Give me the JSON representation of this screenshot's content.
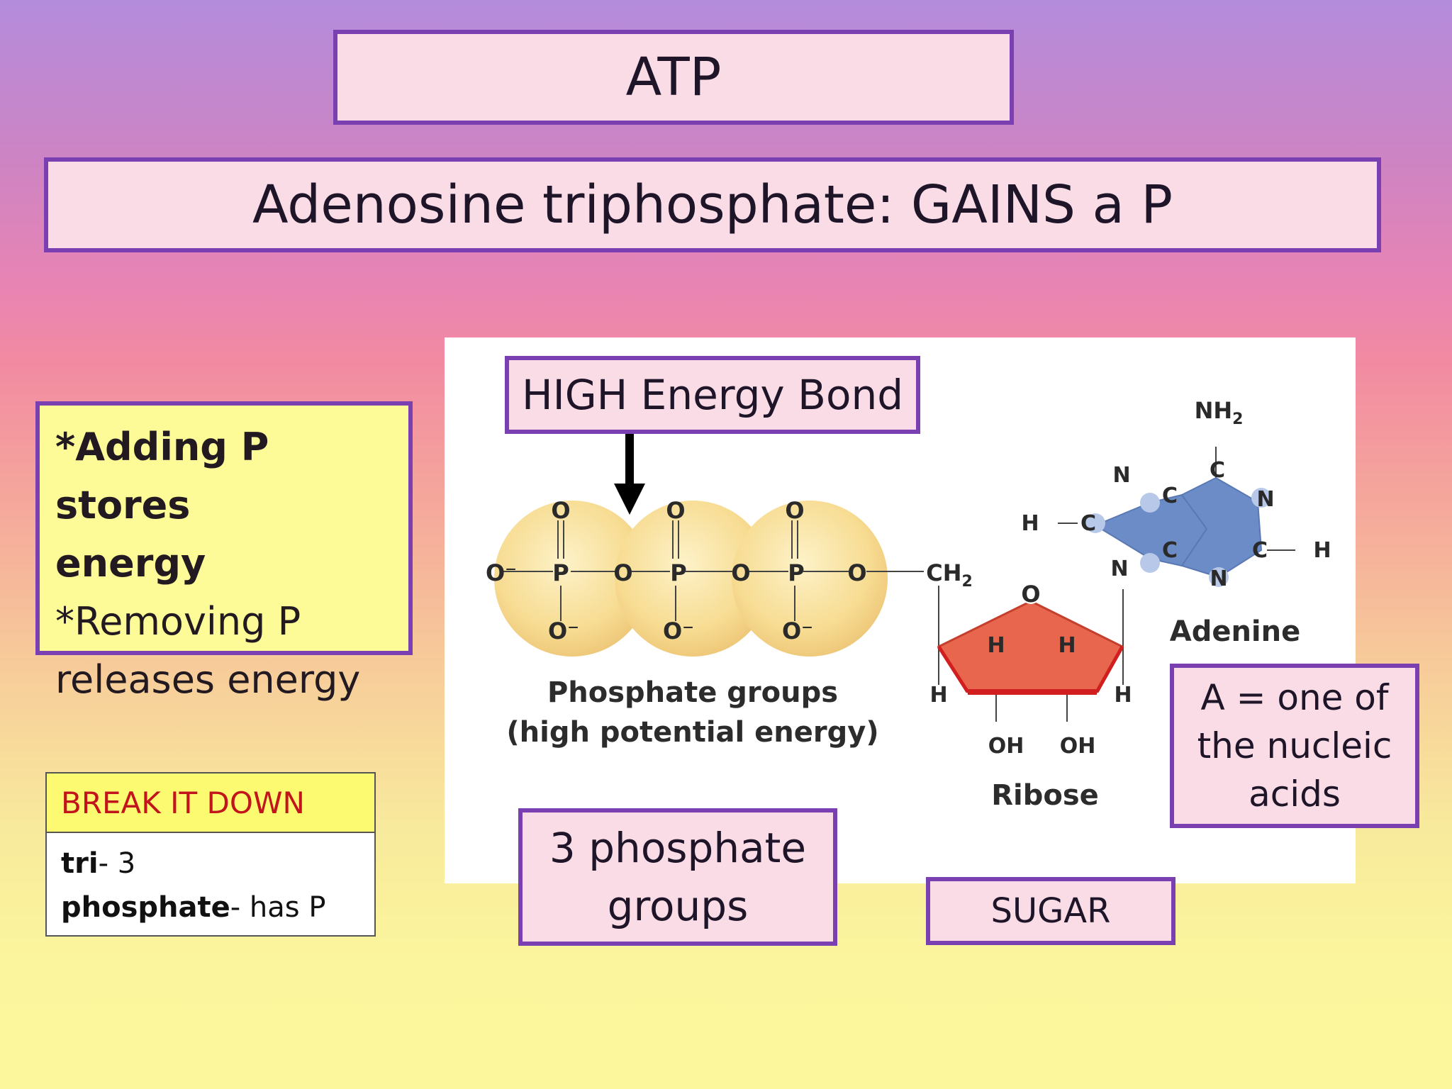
{
  "title": "ATP",
  "subtitle": "Adenosine triphosphate: GAINS a P",
  "notes": {
    "line1": "*Adding P stores",
    "line2": "energy",
    "line3": "*Removing P",
    "line4": "releases energy"
  },
  "breakdown": {
    "header": "BREAK IT DOWN",
    "rows": [
      {
        "term": "tri",
        "def": "- 3"
      },
      {
        "term": "phosphate",
        "def": "- has P"
      }
    ]
  },
  "callouts": {
    "high_energy_bond": "HIGH Energy Bond",
    "phosphate_groups_line1": "3 phosphate",
    "phosphate_groups_line2": "groups",
    "sugar": "SUGAR",
    "nucleic_line1": "A = one of",
    "nucleic_line2": "the nucleic",
    "nucleic_line3": "acids"
  },
  "figure": {
    "phosphate_caption_line1": "Phosphate groups",
    "phosphate_caption_line2": "(high potential energy)",
    "ribose_label": "Ribose",
    "adenine_label": "Adenine",
    "atoms": {
      "O": "O",
      "O_minus": "O⁻",
      "P": "P",
      "CH2": "CH",
      "sub2": "2",
      "H": "H",
      "OH": "OH",
      "N": "N",
      "C": "C",
      "NH2": "NH"
    }
  },
  "colors": {
    "box_fill": "#fadce6",
    "box_border": "#7a3fb0",
    "notes_fill": "#fdfa98",
    "phosphate_sphere": "#f5d88a",
    "ribose": "#e8664e",
    "adenine": "#6c8cc8"
  }
}
